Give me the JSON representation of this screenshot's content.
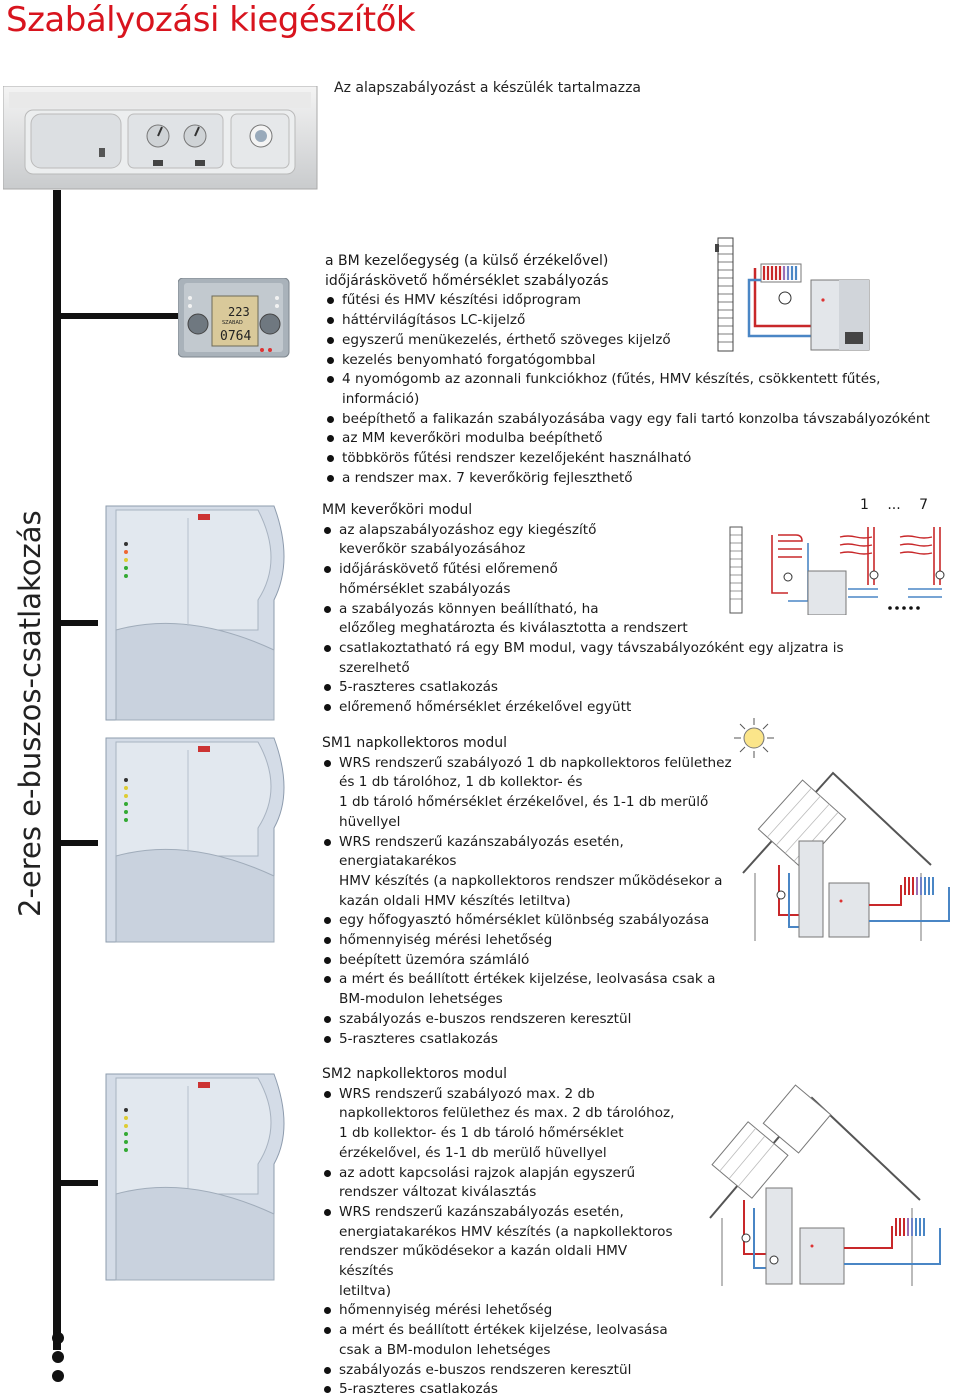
{
  "page": {
    "title": "Szabályozási kiegészítők",
    "subtitle": "Az alapszabályozást a készülék tartalmazza",
    "vertical_label": "2-eres e-buszos-csatlakozás"
  },
  "bm_section": {
    "heading_lines": [
      "a BM kezelőegység (a külső érzékelővel)",
      "időjáráskövető hőmérséklet szabályozás"
    ],
    "items": [
      [
        "fűtési és HMV készítési időprogram"
      ],
      [
        "háttérvilágításos LC-kijelző"
      ],
      [
        "egyszerű menükezelés, érthető szöveges kijelző"
      ],
      [
        "kezelés benyomható forgatógombbal"
      ],
      [
        "4 nyomógomb az azonnali funkciókhoz (fűtés, HMV készítés, csökkentett fűtés, információ)"
      ],
      [
        "beépíthető a falikazán szabályozásába vagy egy fali tartó konzolba távszabályozóként"
      ],
      [
        "az MM keverőköri modulba beépíthető"
      ],
      [
        "többkörös fűtési rendszer kezelőjeként használható"
      ],
      [
        "a rendszer max. 7 keverőkörig fejleszthető"
      ]
    ],
    "lcd": {
      "line1": "223",
      "line2": "0764",
      "small": "SZABAD"
    }
  },
  "mm_section": {
    "heading": "MM keverőköri modul",
    "range_label": "1 ... 7",
    "items": [
      [
        "az alapszabályozáshoz egy kiegészítő",
        "keverőkör szabályozásához"
      ],
      [
        "időjáráskövető fűtési előremenő",
        "hőmérséklet szabályozás"
      ],
      [
        "a szabályozás könnyen beállítható, ha",
        "előzőleg meghatározta és kiválasztotta a rendszert"
      ],
      [
        "csatlakoztatható rá egy BM modul, vagy távszabályozóként egy aljzatra is szerelhető"
      ],
      [
        "5-raszteres csatlakozás"
      ],
      [
        "előremenő hőmérséklet érzékelővel együtt"
      ]
    ]
  },
  "sm1_section": {
    "heading": "SM1 napkollektoros modul",
    "items": [
      [
        "WRS rendszerű szabályozó 1 db napkollektoros felülethez",
        "és 1 db tárolóhoz, 1 db kollektor- és",
        "1 db tároló hőmérséklet érzékelővel, és 1-1 db merülő",
        "hüvellyel"
      ],
      [
        "WRS rendszerű kazánszabályozás esetén, energiatakarékos",
        "HMV készítés (a napkollektoros rendszer működésekor a",
        "kazán oldali HMV készítés letiltva)"
      ],
      [
        "egy hőfogyasztó hőmérséklet különbség szabályozása"
      ],
      [
        "hőmennyiség mérési lehetőség"
      ],
      [
        "beépített üzemóra számláló"
      ],
      [
        "a mért és beállított értékek kijelzése, leolvasása csak a",
        "BM-modulon lehetséges"
      ],
      [
        "szabályozás e-buszos rendszeren keresztül"
      ],
      [
        "5-raszteres csatlakozás"
      ]
    ]
  },
  "sm2_section": {
    "heading": "SM2 napkollektoros modul",
    "items": [
      [
        "WRS rendszerű szabályozó max. 2 db",
        "napkollektoros felülethez és max. 2 db tárolóhoz,",
        "1 db kollektor- és 1 db tároló hőmérséklet",
        "érzékelővel, és 1-1 db merülő hüvellyel"
      ],
      [
        "az adott kapcsolási rajzok alapján egyszerű",
        "rendszer változat kiválasztás"
      ],
      [
        "WRS rendszerű kazánszabályozás esetén,",
        "energiatakarékos HMV készítés (a napkollektoros",
        "rendszer működésekor a kazán oldali HMV készítés",
        "letiltva)"
      ],
      [
        "hőmennyiség mérési lehetőség"
      ],
      [
        "a mért és beállított értékek kijelzése, leolvasása",
        "csak a BM-modulon lehetséges"
      ],
      [
        "szabályozás e-buszos rendszeren keresztül"
      ],
      [
        "5-raszteres csatlakozás"
      ]
    ]
  },
  "colors": {
    "title_red": "#d8141e",
    "bar": "#111111",
    "pipe_red": "#c8282a",
    "pipe_blue": "#4a86c5",
    "device_grey": "#dfe3e8"
  },
  "icons": [
    "boiler-panel-image",
    "bm-controller-image",
    "module-box-image",
    "radiator-diagram",
    "solar-diagram",
    "sun-icon",
    "three-dots-icon"
  ]
}
